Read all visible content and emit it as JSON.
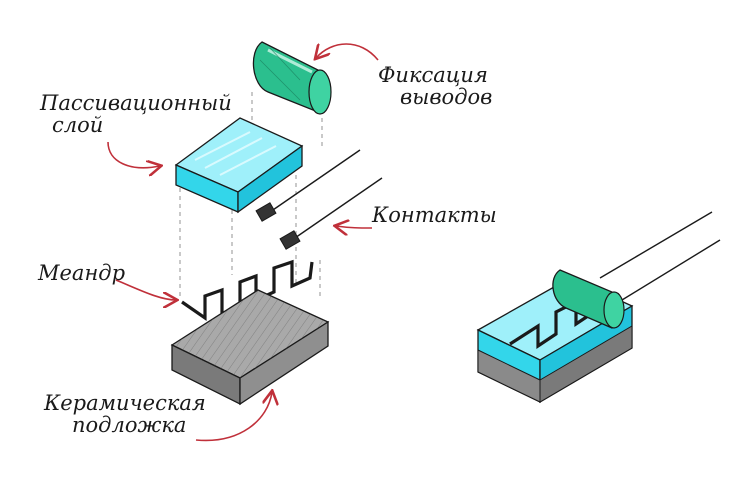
{
  "labels": {
    "fixation": {
      "line1": "Фиксация",
      "line2": "выводов"
    },
    "passivation": {
      "line1": "Пассивационный",
      "line2": "слой"
    },
    "contacts": {
      "line1": "Контакты"
    },
    "meander": {
      "line1": "Меандр"
    },
    "substrate": {
      "line1": "Керамическая",
      "line2": "подложка"
    }
  },
  "colors": {
    "arrow": "#c0303a",
    "passivation": "#33d6ea",
    "fixation": "#2bbf8e",
    "substrate": "#8f8f8f",
    "ink": "#1a1a1a"
  }
}
